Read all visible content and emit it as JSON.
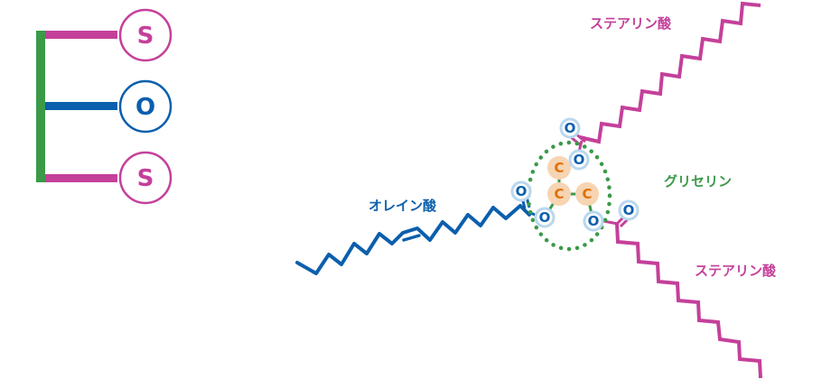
{
  "colors": {
    "stearic": "#c4409a",
    "oleic": "#0b5fad",
    "glycerol": "#3a9a48",
    "oxygen_ring": "#b9d7ee",
    "carbon_fill": "#f7d4b2",
    "carbon_text": "#e07000"
  },
  "legend": {
    "items": [
      {
        "letter": "S",
        "color": "#c4409a"
      },
      {
        "letter": "O",
        "color": "#0b5fad"
      },
      {
        "letter": "S",
        "color": "#c4409a"
      }
    ]
  },
  "labels": {
    "stearic_top": "ステアリン酸",
    "stearic_bottom": "ステアリン酸",
    "oleic": "オレイン酸",
    "glycerol": "グリセリン"
  },
  "atoms": {
    "oxygen": "O",
    "carbon": "C"
  }
}
